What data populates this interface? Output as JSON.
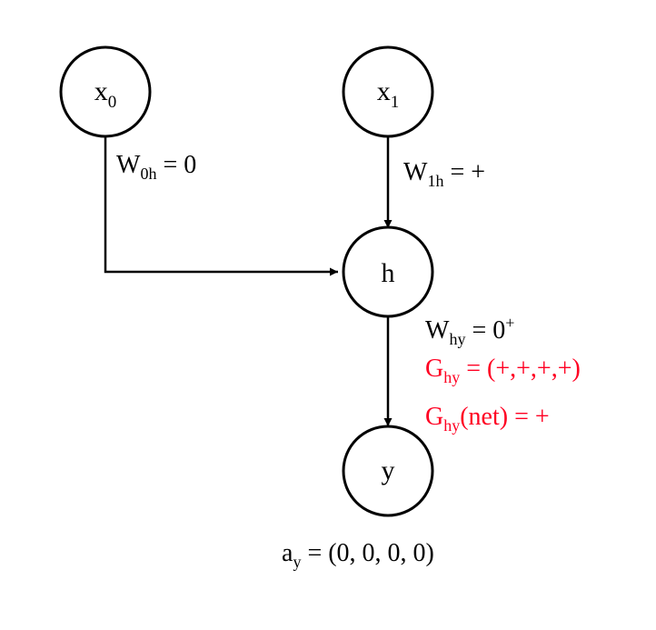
{
  "nodes": {
    "x0": {
      "base": "x",
      "sub": "0"
    },
    "x1": {
      "base": "x",
      "sub": "1"
    },
    "h": {
      "text": "h"
    },
    "y": {
      "text": "y"
    }
  },
  "edges": {
    "w0h": {
      "base": "W",
      "sub": "0h",
      "rest": " = 0"
    },
    "w1h": {
      "base": "W",
      "sub": "1h",
      "rest": " = +"
    },
    "why": {
      "base": "W",
      "sub": "hy",
      "rest": " = 0",
      "sup": "+"
    }
  },
  "gradients": {
    "g_hy": {
      "base": "G",
      "sub": "hy",
      "rest": " = (+,+,+,+)"
    },
    "g_hy_net": {
      "base": "G",
      "sub": "hy",
      "rest": "(net) = +"
    }
  },
  "output_activation": {
    "base": "a",
    "sub": "y",
    "rest": " = (0, 0, 0, 0)"
  },
  "colors": {
    "stroke": "#000000",
    "text": "#000000",
    "gradient": "#ff0022"
  }
}
